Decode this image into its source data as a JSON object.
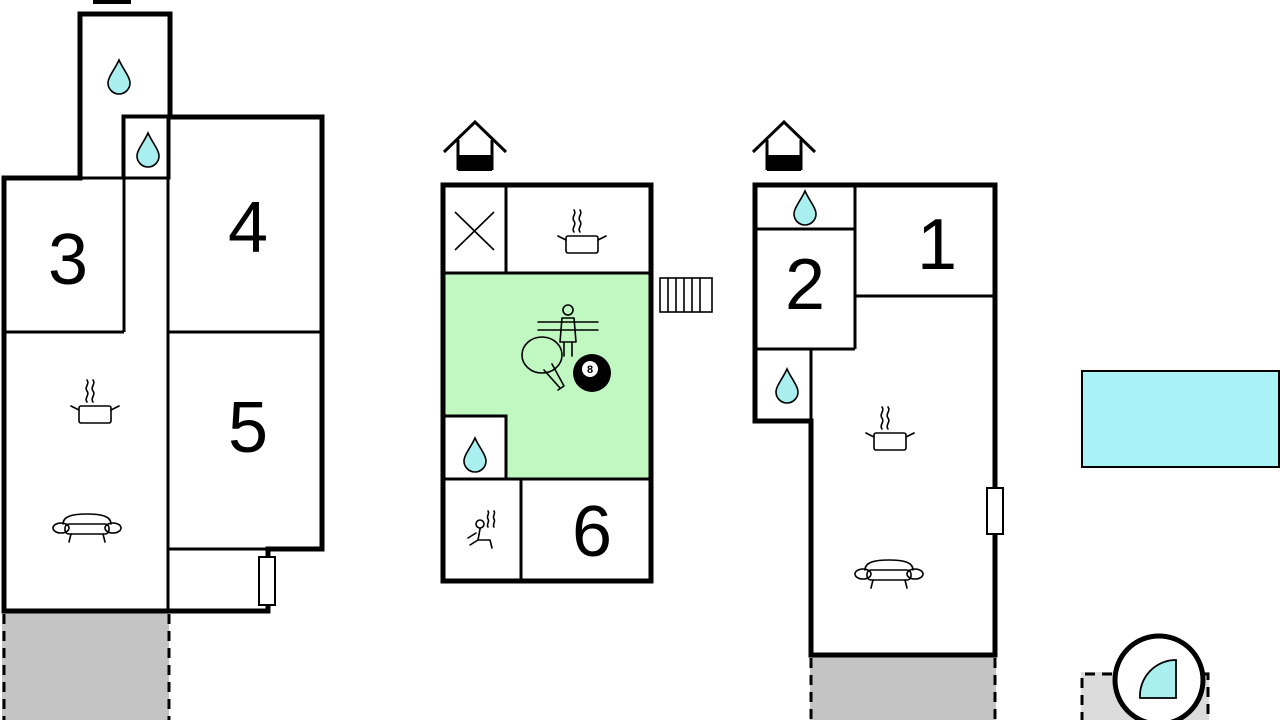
{
  "rooms": {
    "room_1": "1",
    "room_2": "2",
    "room_3": "3",
    "room_4": "4",
    "room_5": "5",
    "room_6": "6"
  },
  "billiard_ball": "8",
  "colors": {
    "activity_room": "#c1f7c1",
    "water": "#a9efef",
    "pool": "#a9f3f7",
    "terrace": "#c4c4c4",
    "wall": "#000000"
  },
  "icons": [
    "water-drop-icon",
    "kitchen-pot-icon",
    "sofa-icon",
    "house-entrance-icon",
    "foosball-icon",
    "table-tennis-icon",
    "billiard-ball-icon",
    "sauna-icon",
    "storage-cross-icon",
    "door-icon",
    "stairs-icon",
    "hot-tub-icon"
  ]
}
